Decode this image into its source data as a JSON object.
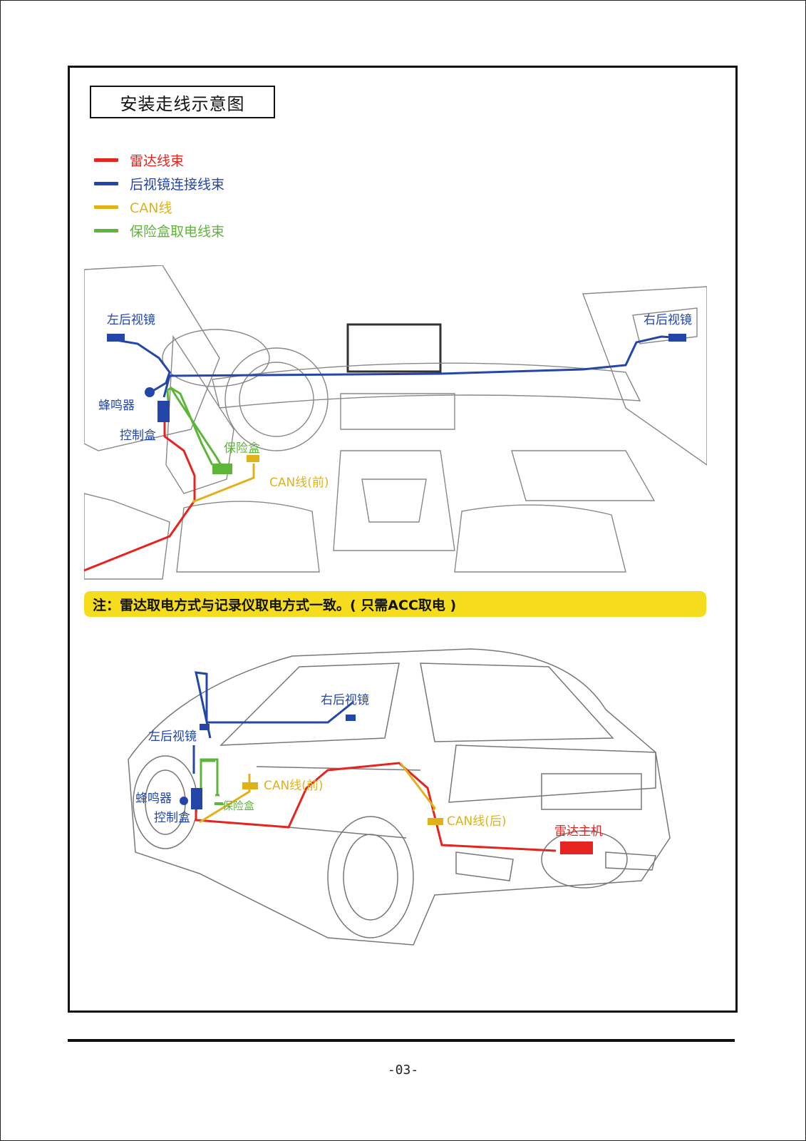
{
  "title": "安装走线示意图",
  "colors": {
    "red": "#e52420",
    "blue": "#2346a8",
    "yellow": "#e0b21a",
    "green": "#5db639",
    "note_bg": "#f5dc1c"
  },
  "legend": [
    {
      "label": "雷达线束",
      "color": "#e52420"
    },
    {
      "label": "后视镜连接线束",
      "color": "#2346a8"
    },
    {
      "label": "CAN线",
      "color": "#e0b21a"
    },
    {
      "label": "保险盒取电线束",
      "color": "#5db639"
    }
  ],
  "interior": {
    "left_mirror": "左后视镜",
    "right_mirror": "右后视镜",
    "buzzer": "蜂鸣器",
    "control_box": "控制盒",
    "fuse_box": "保险盒",
    "can_front": "CAN线(前)"
  },
  "note": "注：雷达取电方式与记录仪取电方式一致。( 只需ACC取电 )",
  "exterior": {
    "right_mirror": "右后视镜",
    "left_mirror": "左后视镜",
    "buzzer": "蜂鸣器",
    "control_box": "控制盒",
    "fuse_box": "保险盒",
    "can_front": "CAN线(前)",
    "can_rear": "CAN线(后)",
    "radar_host": "雷达主机"
  },
  "page_number": "-03-"
}
